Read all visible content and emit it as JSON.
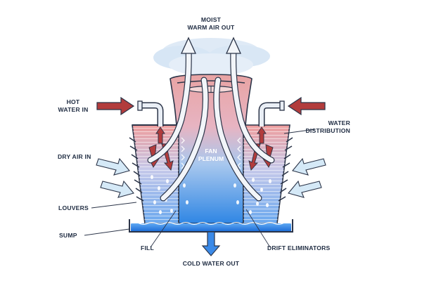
{
  "labels": {
    "moist_air_line1": "MOIST",
    "moist_air_line2": "WARM AIR OUT",
    "hot_water_line1": "HOT",
    "hot_water_line2": "WATER IN",
    "water_dist_line1": "WATER",
    "water_dist_line2": "DISTRIBUTION",
    "dry_air_in": "DRY AIR IN",
    "fan_line1": "FAN",
    "fan_line2": "PLENUM",
    "louvers": "LOUVERS",
    "sump": "SUMP",
    "fill": "FILL",
    "drift_eliminators": "DRIFT ELIMINATORS",
    "cold_water_out": "COLD WATER OUT"
  },
  "colors": {
    "hot_arrow": "#b23c3c",
    "cold_air_arrow": "#d5e9f7",
    "water_blue": "#2f7fe0",
    "warm_pink": "#e9a5a5",
    "outline": "#2b3448"
  }
}
